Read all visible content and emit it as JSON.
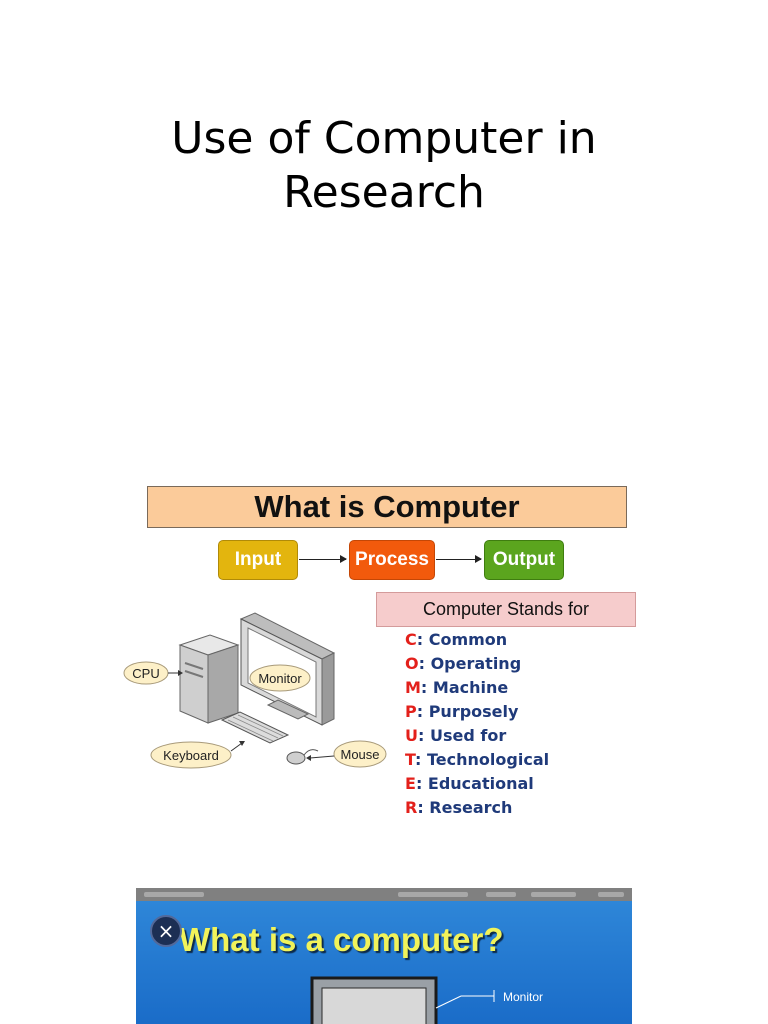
{
  "page": {
    "title_line1": "Use of Computer in",
    "title_line2": "Research"
  },
  "slide1": {
    "header": "What is Computer",
    "flow": {
      "input": "Input",
      "process": "Process",
      "output": "Output"
    },
    "labels": {
      "cpu": "CPU",
      "monitor": "Monitor",
      "keyboard": "Keyboard",
      "mouse": "Mouse"
    },
    "stands_for_title": "Computer Stands for",
    "acronym": [
      {
        "letter": "C",
        "word": ": Common"
      },
      {
        "letter": "O",
        "word": ": Operating"
      },
      {
        "letter": "M",
        "word": ": Machine"
      },
      {
        "letter": "P",
        "word": ": Purposely"
      },
      {
        "letter": "U",
        "word": ": Used for"
      },
      {
        "letter": "T",
        "word": ": Technological"
      },
      {
        "letter": "E",
        "word": ": Educational"
      },
      {
        "letter": "R",
        "word": ": Research"
      }
    ],
    "colors": {
      "header_bg": "#fbcb9a",
      "input": "#e3b50e",
      "process": "#f25a0c",
      "output": "#5ba51e",
      "letter": "#e3201b",
      "word": "#1f3a7a"
    }
  },
  "slide2": {
    "title": "What is a computer?",
    "close_icon": "×",
    "monitor_label": "Monitor",
    "colors": {
      "background": "#1a73d6",
      "title": "#f1f35a"
    }
  }
}
